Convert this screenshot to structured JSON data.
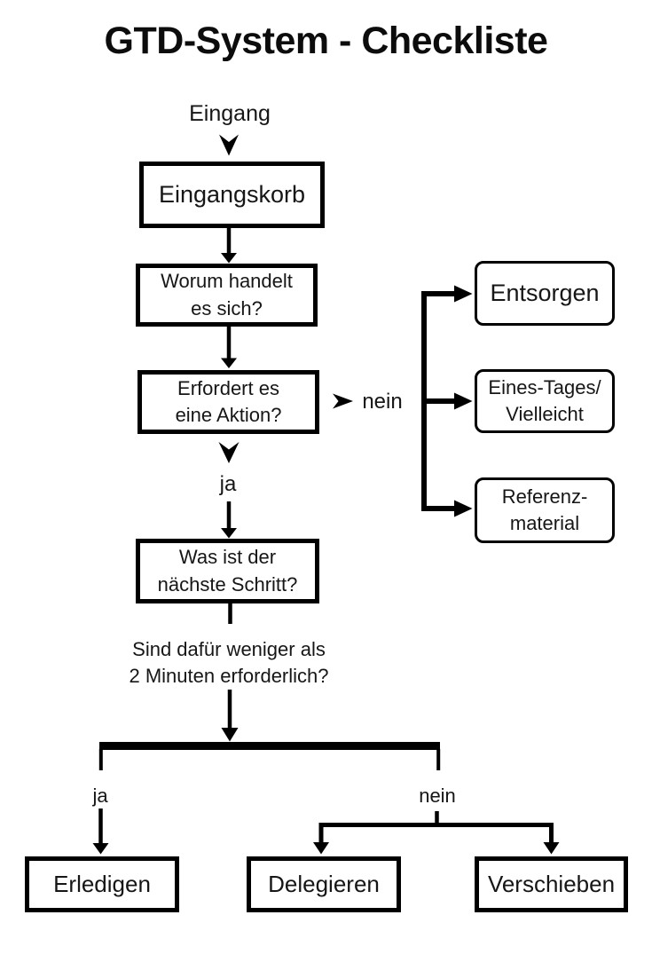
{
  "title": "GTD-System - Checkliste",
  "labels": {
    "entry": "Eingang",
    "no_side": "nein",
    "yes_main": "ja",
    "two_minutes": "Sind dafür weniger als\n2 Minuten erforderlich?",
    "yes_branch": "ja",
    "no_branch": "nein"
  },
  "boxes": {
    "inbox": "Eingangskorb",
    "question": "Worum handelt\nes sich?",
    "action": "Erfordert es\neine Aktion?",
    "next_step": "Was ist der\nnächste Schritt?",
    "discard": "Entsorgen",
    "someday": "Eines-Tages/\nVielleicht",
    "reference": "Referenz-\nmaterial",
    "do": "Erledigen",
    "delegate": "Delegieren",
    "defer": "Verschieben"
  },
  "colors": {
    "ink": "#000000",
    "background": "#ffffff"
  }
}
